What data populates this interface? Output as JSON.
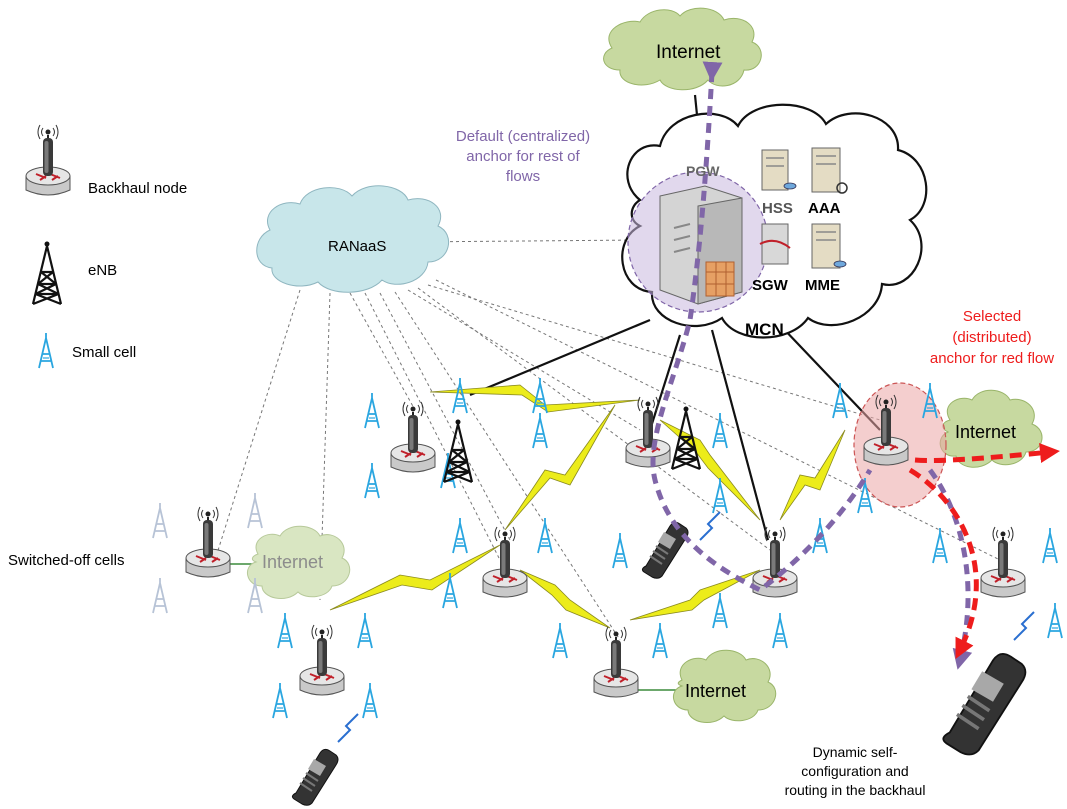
{
  "legend": {
    "backhaul_node": "Backhaul node",
    "enb": "eNB",
    "small_cell": "Small cell"
  },
  "clouds": {
    "internet_top": "Internet",
    "ranaas": "RANaaS",
    "internet_right": "Internet",
    "internet_left": "Internet",
    "internet_bottom": "Internet"
  },
  "mcn": {
    "label": "MCN",
    "pgw": "PGW",
    "hss": "HSS",
    "aaa": "AAA",
    "sgw": "SGW",
    "mme": "MME"
  },
  "annotations": {
    "default_anchor": [
      "Default (centralized)",
      "anchor for rest of",
      "flows"
    ],
    "selected_anchor": [
      "Selected",
      "(distributed)",
      "anchor for red flow"
    ],
    "switched_off": "Switched-off cells",
    "dynamic": [
      "Dynamic self-",
      "configuration and",
      "routing in the backhaul"
    ]
  },
  "colors": {
    "purple_flow": "#8066a8",
    "red_flow": "#ee1c1c",
    "cloud_green": "#c7d9a0",
    "cloud_blue": "#c8e6ea",
    "small_cell": "#2aa6e0",
    "lightning": "#ecec1a"
  }
}
